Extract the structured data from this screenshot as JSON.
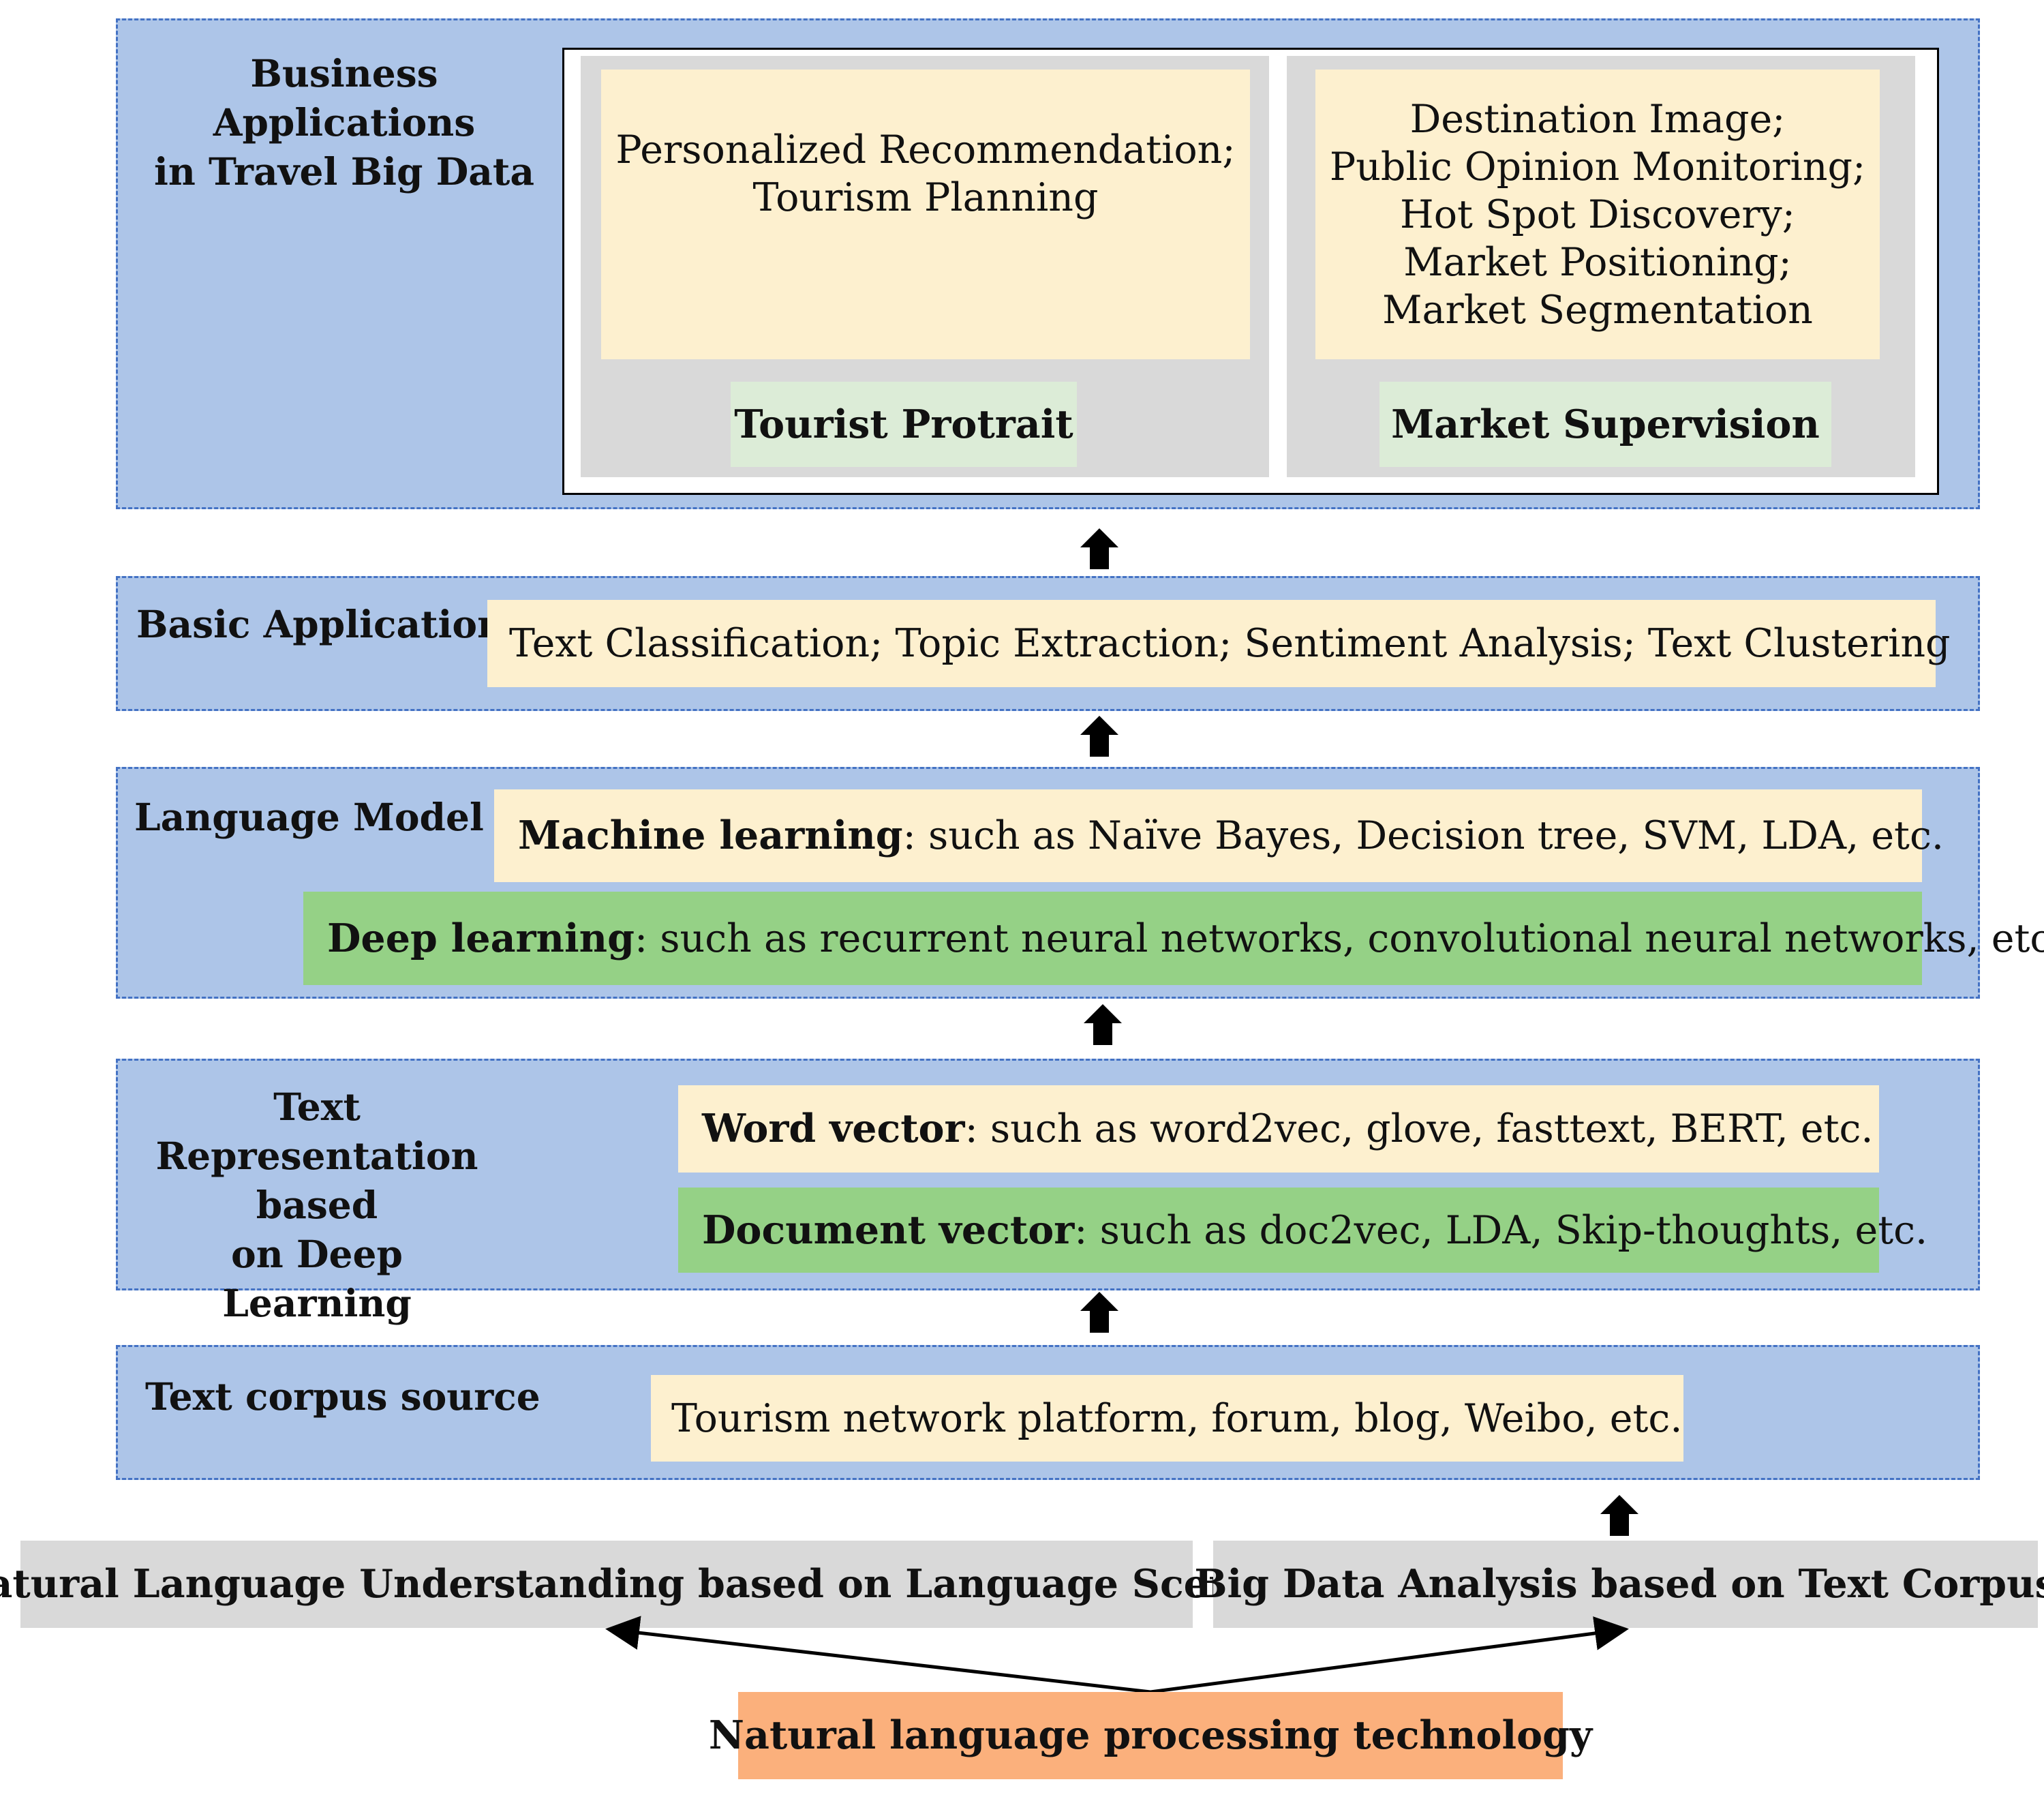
{
  "layers": {
    "business": {
      "title_line1": "Business Applications",
      "title_line2": "in Travel Big Data",
      "tourist_items": [
        "Personalized Recommendation;",
        "Tourism Planning"
      ],
      "tourist_label": "Tourist Protrait",
      "market_items": [
        "Destination Image;",
        "Public Opinion Monitoring;",
        "Hot Spot Discovery;",
        "Market Positioning;",
        "Market Segmentation"
      ],
      "market_label": "Market Supervision"
    },
    "basic": {
      "title": "Basic Application",
      "content": "Text Classification;  Topic Extraction;  Sentiment Analysis; Text Clustering"
    },
    "language_model": {
      "title": "Language Model",
      "ml_label": "Machine learning",
      "ml_text": ": such as Naïve Bayes, Decision tree, SVM, LDA, etc.",
      "dl_label": "Deep learning",
      "dl_text": ": such as recurrent neural networks, convolutional neural networks, etc."
    },
    "text_rep": {
      "title_line1": "Text Representation based",
      "title_line2": "on Deep Learning",
      "wv_label": "Word vector",
      "wv_text": ": such as word2vec, glove, fasttext, BERT, etc.",
      "dv_label": "Document vector",
      "dv_text": ": such as doc2vec, LDA, Skip-thoughts, etc."
    },
    "corpus": {
      "title": "Text corpus source",
      "content": "Tourism network platform, forum, blog, Weibo, etc."
    }
  },
  "bottom": {
    "nlu": "Natural Language Understanding based on Language Scene",
    "bda": "Big Data Analysis based on Text Corpus",
    "nlp": "Natural language processing technology"
  },
  "colors": {
    "layer_bg": "#adc5e8",
    "layer_border": "#4472c4",
    "cream": "#fdf0cf",
    "green": "#95d186",
    "light_green": "#dcecd7",
    "gray": "#d9d9d9",
    "orange": "#fbb07c"
  }
}
